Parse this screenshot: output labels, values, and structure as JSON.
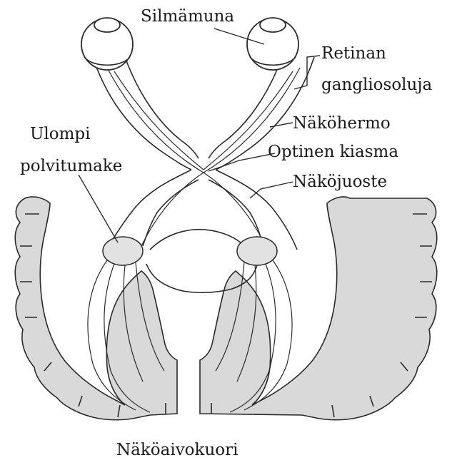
{
  "labels": {
    "eyeball": "Silmämuna",
    "retina_line1": "Retinan",
    "retina_line2": "gangliosoluja",
    "optic_nerve": "Näköhermo",
    "optic_chiasm": "Optinen kiasma",
    "optic_tract": "Näköjuoste",
    "lgn_line1": "Ulompi",
    "lgn_line2": "polvitumake",
    "visual_cortex": "Näköaivokuori"
  },
  "colors": {
    "cortex_fill": "#d9d9d9",
    "line": "#2a2a2a",
    "background": "#ffffff"
  }
}
